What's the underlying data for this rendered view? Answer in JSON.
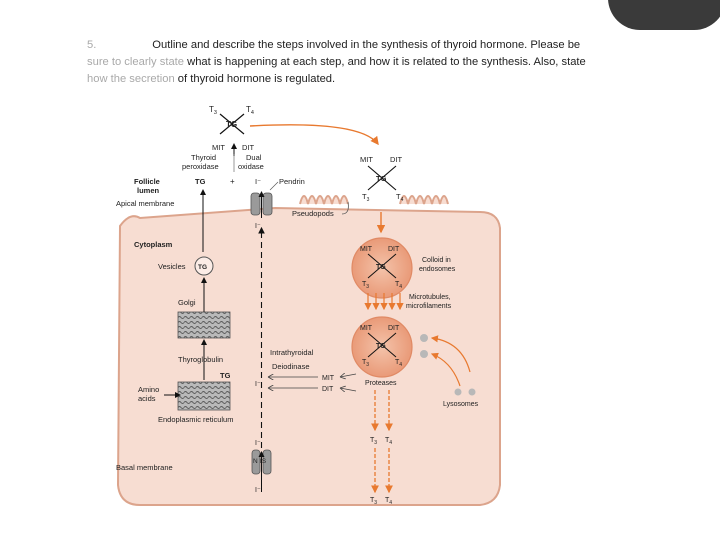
{
  "question": {
    "number": "5.",
    "lead": "Outline and describe the steps involved in the synthesis of thyroid hormone. Please be",
    "line2_faint": "sure to clearly state",
    "line2_rest": "what is happening at each step, and how it is related to the synthesis. Also, state",
    "line3_faint": "how the secretion",
    "line3_rest": "of thyroid hormone is regulated."
  },
  "diagram": {
    "t3": "T",
    "t3_sub": "3",
    "t4": "T",
    "t4_sub": "4",
    "tg": "TG",
    "mit": "MIT",
    "dit": "DIT",
    "thyroid_peroxidase": [
      "Thyroid",
      "peroxidase"
    ],
    "dual_oxidase": [
      "Dual",
      "oxidase"
    ],
    "plus": "+",
    "iodide": "I⁻",
    "pendrin": "Pendrin",
    "follicle_lumen": [
      "Follicle",
      "lumen"
    ],
    "apical_membrane": "Apical membrane",
    "pseudopods": "Pseudopods",
    "cytoplasm": "Cytoplasm",
    "vesicles": "Vesicles",
    "colloid_in_endosomes": [
      "Colloid in",
      "endosomes"
    ],
    "golgi": "Golgi",
    "microtubules": [
      "Microtubules,",
      "microfilaments"
    ],
    "thyroglobulin": "Thyroglobulin",
    "intrathyroidal_deiodinase": [
      "Intrathyroidal",
      "Deiodinase"
    ],
    "proteases": "Proteases",
    "amino_acids": [
      "Amino",
      "acids"
    ],
    "endoplasmic_reticulum": "Endoplasmic reticulum",
    "lysosomes": "Lysosomes",
    "basal_membrane": "Basal membrane",
    "nis": [
      "N",
      "IS"
    ]
  },
  "colors": {
    "cell_fill": "#f7ddd2",
    "cell_border": "#dca48c",
    "endosome": "#eea98a",
    "endosome_edge": "#e08a65",
    "arrow_orange": "#e8792f",
    "lysosome_gray": "#b8b8b8"
  }
}
